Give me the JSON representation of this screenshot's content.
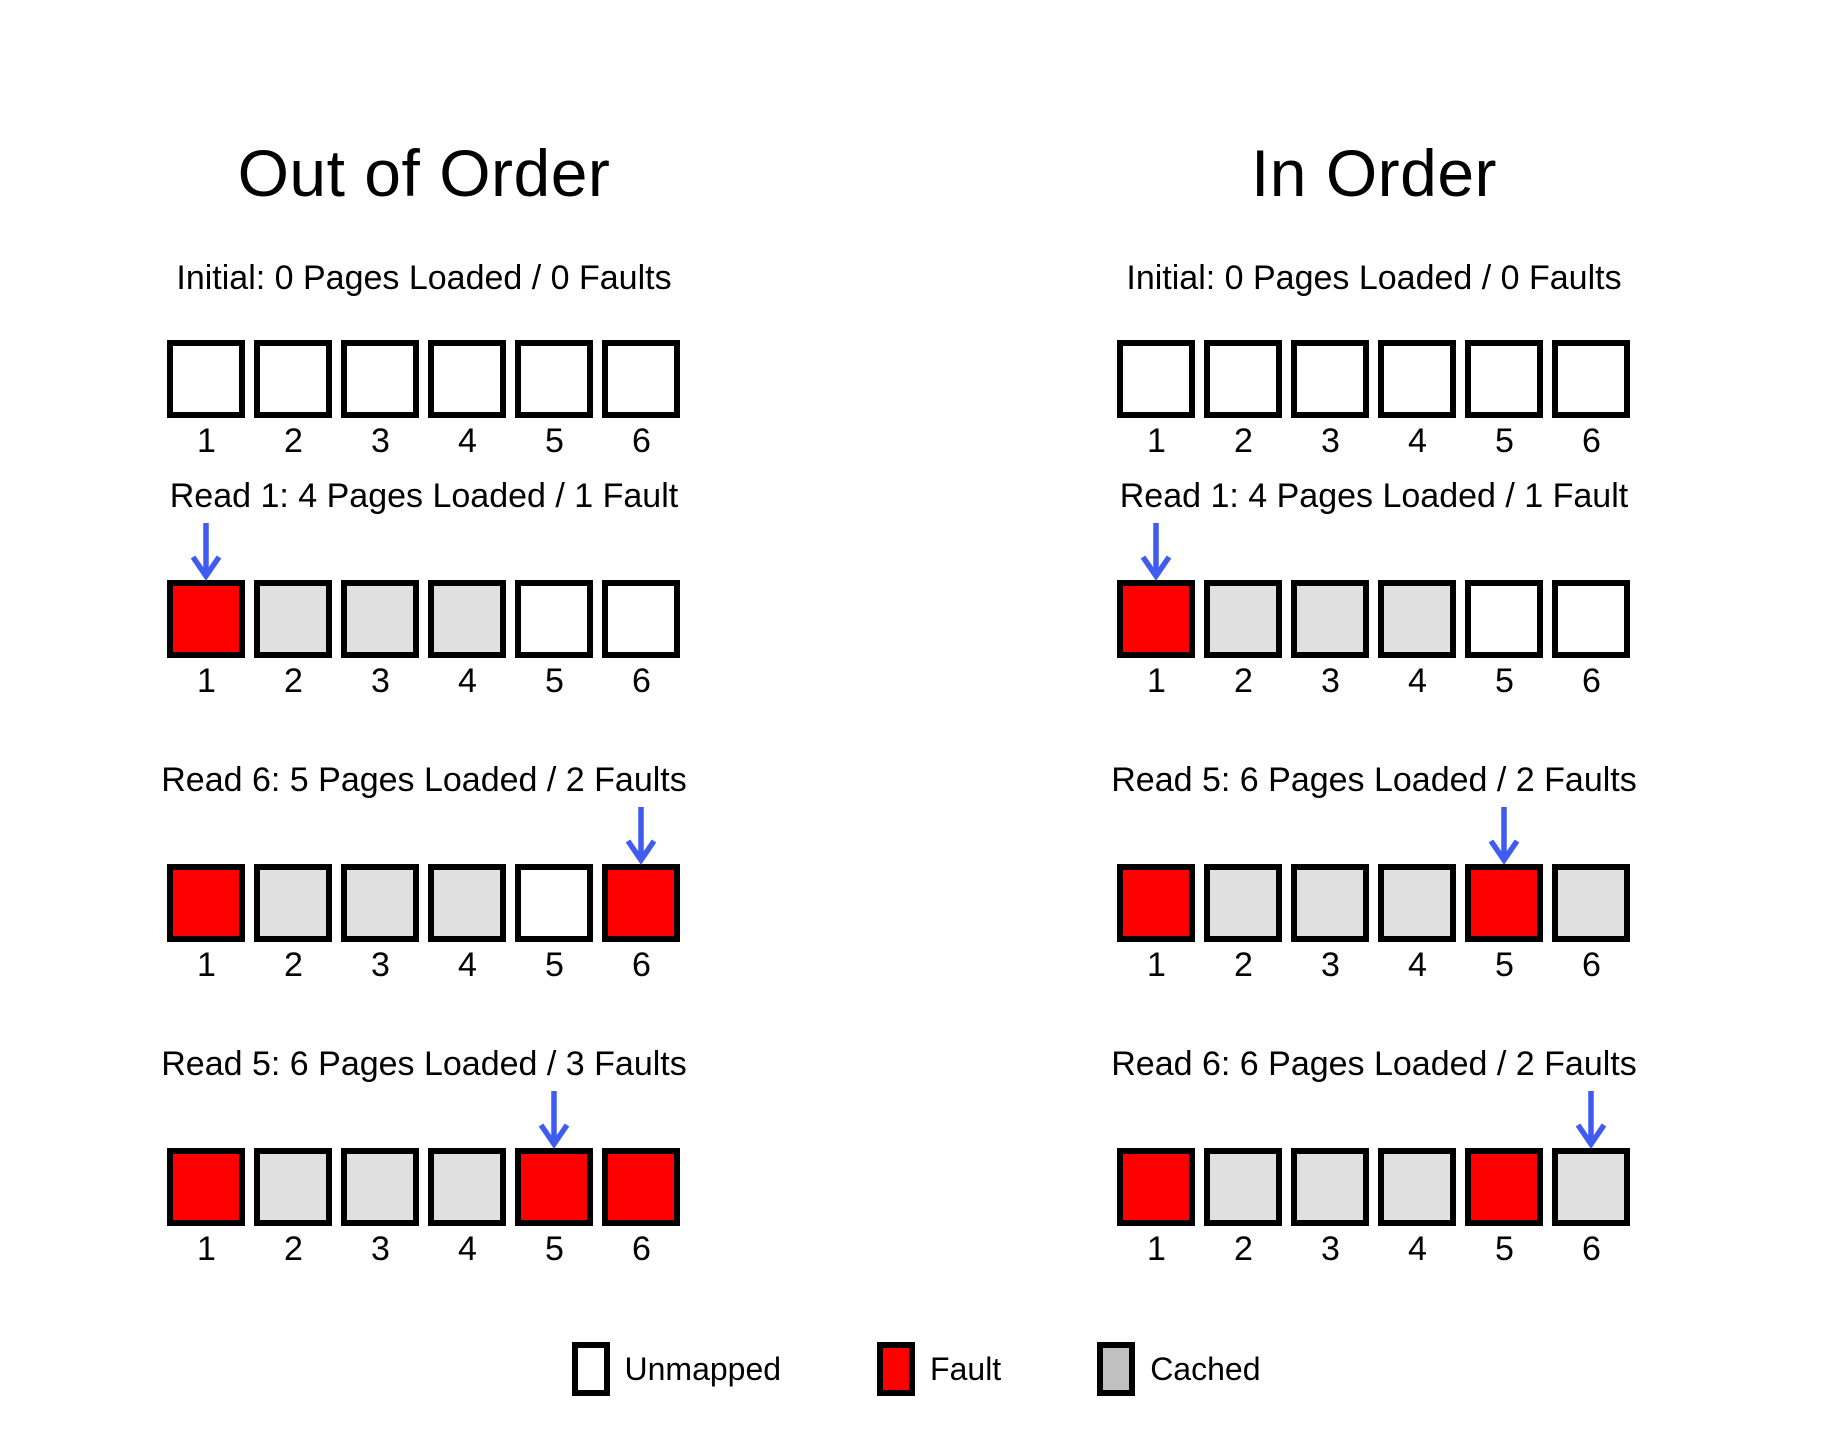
{
  "colors": {
    "fault": "#ff0000",
    "cached_cell": "#e0e0e0",
    "legend_cached": "#c0c0c0",
    "unmapped": "#ffffff",
    "arrow": "#3f5bf0",
    "border": "#000000"
  },
  "cell_numbers": [
    "1",
    "2",
    "3",
    "4",
    "5",
    "6"
  ],
  "columns": [
    {
      "title": "Out of Order",
      "steps": [
        {
          "label": "Initial: 0 Pages Loaded / 0 Faults",
          "arrow": null,
          "cells": [
            "unmapped",
            "unmapped",
            "unmapped",
            "unmapped",
            "unmapped",
            "unmapped"
          ]
        },
        {
          "label": "Read 1: 4 Pages Loaded / 1 Fault",
          "arrow": 1,
          "cells": [
            "fault",
            "cached",
            "cached",
            "cached",
            "unmapped",
            "unmapped"
          ]
        },
        {
          "label": "Read 6: 5 Pages Loaded / 2 Faults",
          "arrow": 6,
          "cells": [
            "fault",
            "cached",
            "cached",
            "cached",
            "unmapped",
            "fault"
          ]
        },
        {
          "label": "Read 5: 6 Pages Loaded / 3 Faults",
          "arrow": 5,
          "cells": [
            "fault",
            "cached",
            "cached",
            "cached",
            "fault",
            "fault"
          ]
        }
      ]
    },
    {
      "title": "In Order",
      "steps": [
        {
          "label": "Initial: 0 Pages Loaded / 0 Faults",
          "arrow": null,
          "cells": [
            "unmapped",
            "unmapped",
            "unmapped",
            "unmapped",
            "unmapped",
            "unmapped"
          ]
        },
        {
          "label": "Read 1: 4 Pages Loaded / 1 Fault",
          "arrow": 1,
          "cells": [
            "fault",
            "cached",
            "cached",
            "cached",
            "unmapped",
            "unmapped"
          ]
        },
        {
          "label": "Read 5: 6 Pages Loaded / 2 Faults",
          "arrow": 5,
          "cells": [
            "fault",
            "cached",
            "cached",
            "cached",
            "fault",
            "cached"
          ]
        },
        {
          "label": "Read 6: 6 Pages Loaded / 2 Faults",
          "arrow": 6,
          "cells": [
            "fault",
            "cached",
            "cached",
            "cached",
            "fault",
            "cached"
          ]
        }
      ]
    }
  ],
  "legend": {
    "items": [
      {
        "label": "Unmapped",
        "type": "unmapped"
      },
      {
        "label": "Fault",
        "type": "fault"
      },
      {
        "label": "Cached",
        "type": "cached"
      }
    ]
  }
}
